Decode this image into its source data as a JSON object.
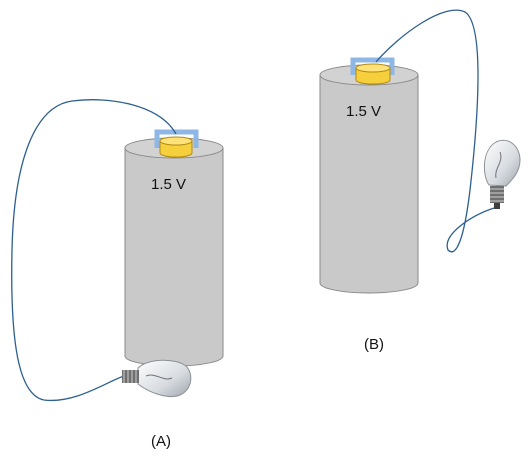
{
  "battery_a": {
    "voltage_label": "1.5 V"
  },
  "battery_b": {
    "voltage_label": "1.5 V"
  },
  "caption_a": "(A)",
  "caption_b": "(B)",
  "colors": {
    "battery_body": "#c9c9c9",
    "battery_edge": "#8a8a8a",
    "terminal": "#f5cf3c",
    "terminal_edge": "#b08a10",
    "wire": "#2d5f8f"
  },
  "icons": [
    "battery-icon",
    "bulb-icon",
    "wire"
  ]
}
